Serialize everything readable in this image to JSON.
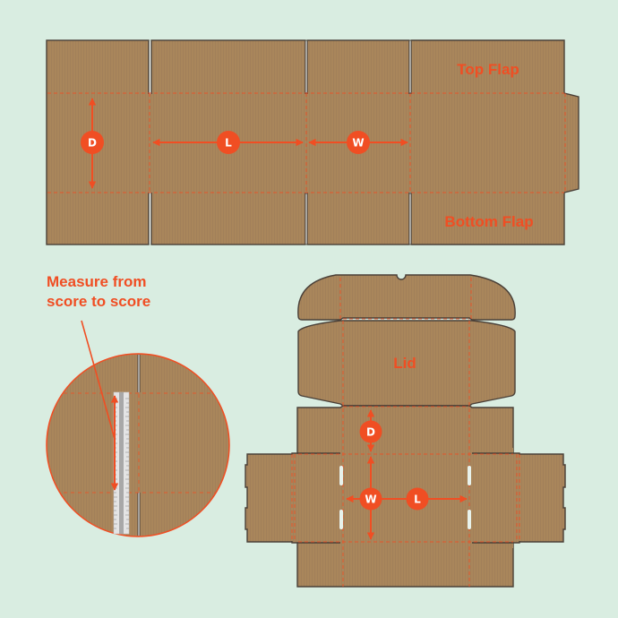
{
  "colors": {
    "background": "#d9ede1",
    "cardboard": "#a9865b",
    "cardboard_edge": "#4a4038",
    "accent": "#f04e23",
    "slot": "#e8f2ec"
  },
  "top_diagram": {
    "panels": [
      "D",
      "L",
      "W",
      "end"
    ],
    "labels": {
      "top_flap": "Top Flap",
      "bottom_flap": "Bottom Flap"
    },
    "dimensions": {
      "depth": "D",
      "length": "L",
      "width": "W"
    }
  },
  "zoom_detail": {
    "callout_line1": "Measure from",
    "callout_line2": "score to score",
    "tool": "ruler-icon"
  },
  "bottom_diagram": {
    "labels": {
      "lid": "Lid"
    },
    "dimensions": {
      "depth": "D",
      "width": "W",
      "length": "L"
    }
  }
}
